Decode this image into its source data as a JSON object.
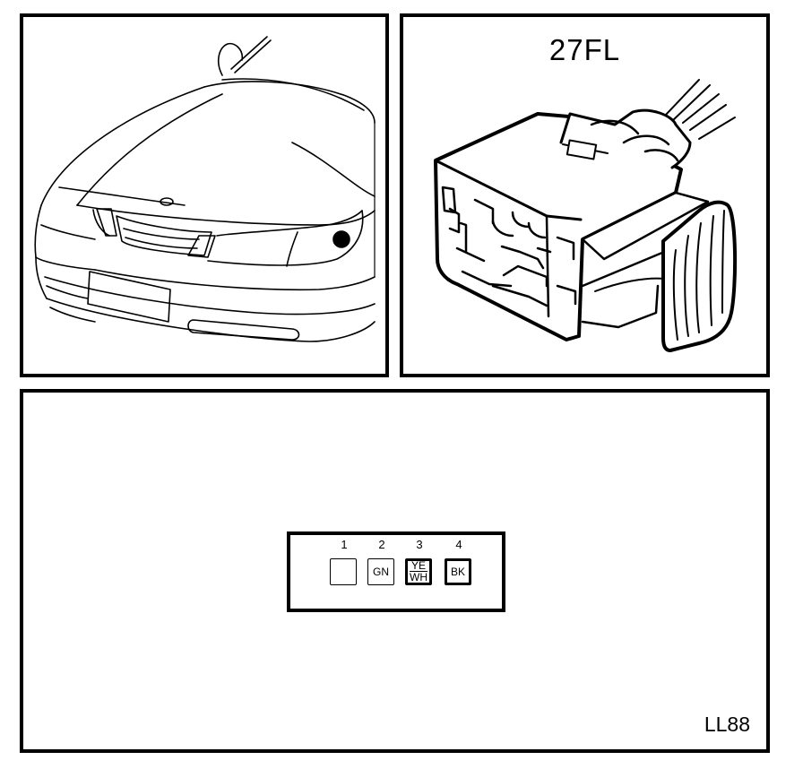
{
  "connector": {
    "code": "27FL",
    "reference": "LL88"
  },
  "pins": [
    {
      "number": "1",
      "color_line1": "",
      "color_line2": "",
      "bold": false
    },
    {
      "number": "2",
      "color_line1": "GN",
      "color_line2": "",
      "bold": false
    },
    {
      "number": "3",
      "color_line1": "YE",
      "color_line2": "WH",
      "bold": true
    },
    {
      "number": "4",
      "color_line1": "BK",
      "color_line2": "",
      "bold": true
    }
  ]
}
